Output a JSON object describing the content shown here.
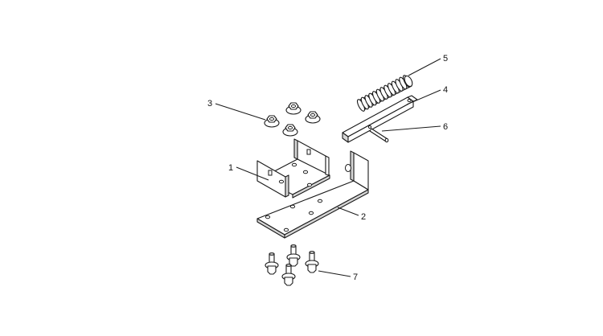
{
  "diagram": {
    "callouts": [
      {
        "id": "1",
        "label": "1"
      },
      {
        "id": "2",
        "label": "2"
      },
      {
        "id": "3",
        "label": "3"
      },
      {
        "id": "4",
        "label": "4"
      },
      {
        "id": "5",
        "label": "5"
      },
      {
        "id": "6",
        "label": "6"
      },
      {
        "id": "7",
        "label": "7"
      }
    ],
    "colors": {
      "line": "#1a1a1a",
      "fill": "#ffffff",
      "shade": "#d6d6d6",
      "background": "#ffffff"
    }
  }
}
